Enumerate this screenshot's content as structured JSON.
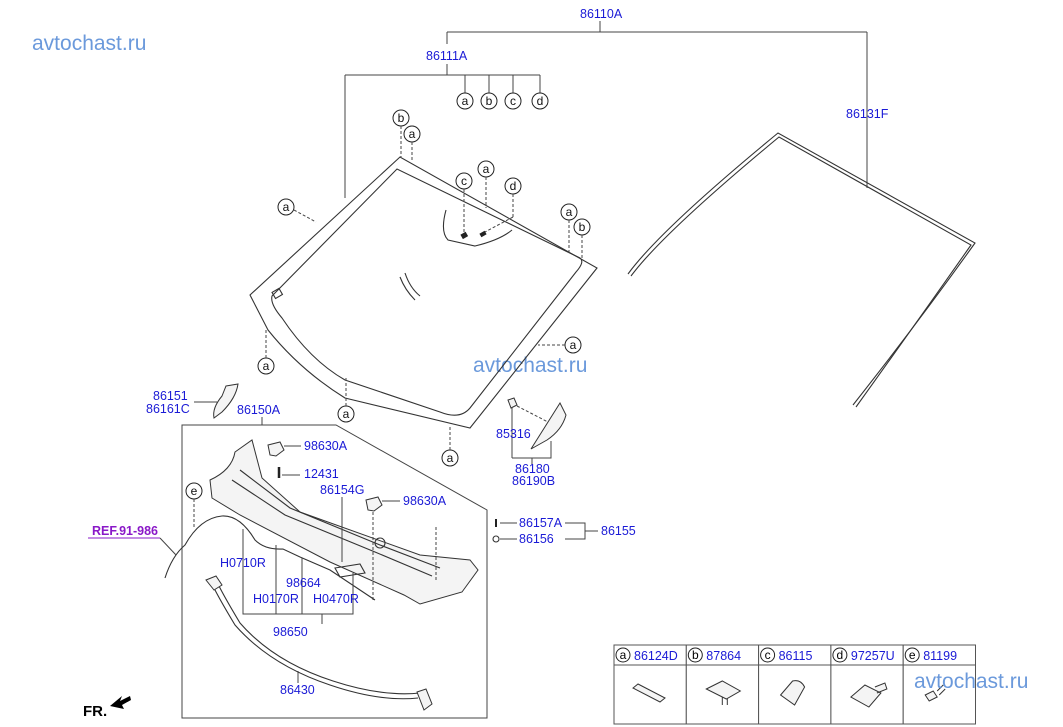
{
  "watermarks": [
    "avtochast.ru",
    "avtochast.ru",
    "avtochast.ru"
  ],
  "assembly": {
    "windshield_assy": "86110A",
    "glass": "86111A",
    "moulding": "86131F",
    "glass_subparts": [
      "a",
      "b",
      "c",
      "d"
    ]
  },
  "labels": {
    "pillar_trim_1": "86151",
    "pillar_trim_2": "86161C",
    "cowl_panel": "86150A",
    "nozzle_upper": "98630A",
    "bolt": "12431",
    "cowl_seal": "86154G",
    "nozzle_lower": "98630A",
    "clip_85316": "85316",
    "delta_cover_1": "86180",
    "delta_cover_2": "86190B",
    "fastener_1": "86157A",
    "fastener_2": "86156",
    "fastener_group": "86155",
    "ref": "REF.91-986",
    "hose_1": "H0710R",
    "connector": "98664",
    "hose_2": "H0170R",
    "hose_3": "H0470R",
    "hose_assy": "98650",
    "weatherstrip": "86430",
    "front_indicator": "FR."
  },
  "callouts": {
    "glass_left": "a",
    "top_b": "b",
    "top_a": "a",
    "sensor_c": "c",
    "sensor_a": "a",
    "sensor_d": "d",
    "right_a": "a",
    "right_b": "b",
    "lower_left_a": "a",
    "bottom_a": "a",
    "right_side_a": "a",
    "bottom_right_a": "a",
    "hose_e": "e"
  },
  "legend": [
    {
      "letter": "a",
      "part": "86124D",
      "icon": "strip-pad-icon"
    },
    {
      "letter": "b",
      "part": "87864",
      "icon": "clip-pad-icon"
    },
    {
      "letter": "c",
      "part": "86115",
      "icon": "rounded-pad-icon"
    },
    {
      "letter": "d",
      "part": "97257U",
      "icon": "sensor-bracket-icon"
    },
    {
      "letter": "e",
      "part": "81199",
      "icon": "hose-clip-icon"
    }
  ]
}
